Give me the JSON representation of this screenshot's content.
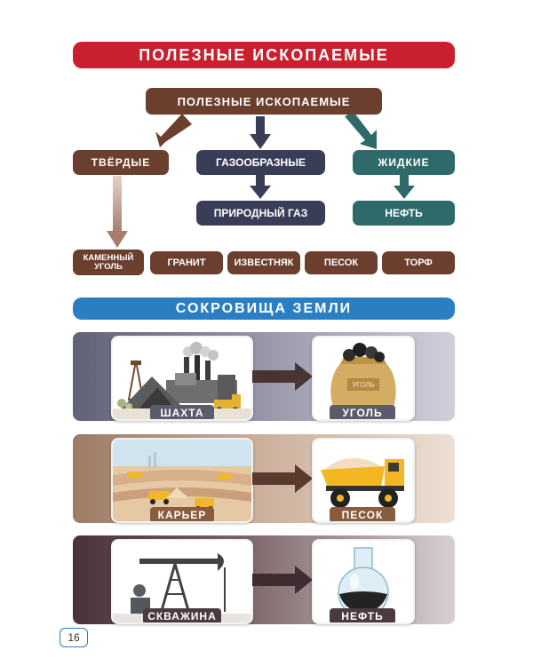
{
  "header": {
    "title": "ПОЛЕЗНЫЕ ИСКОПАЕМЫЕ"
  },
  "tree": {
    "root": "ПОЛЕЗНЫЕ ИСКОПАЕМЫЕ",
    "solid": "ТВЁРДЫЕ",
    "gaseous": "ГАЗООБРАЗНЫЕ",
    "liquid": "ЖИДКИЕ",
    "gas_child": "ПРИРОДНЫЙ ГАЗ",
    "liquid_child": "НЕФТЬ",
    "solid_children": [
      "КАМЕННЫЙ УГОЛЬ",
      "ГРАНИТ",
      "ИЗВЕСТНЯК",
      "ПЕСОК",
      "ТОРФ"
    ]
  },
  "section2": {
    "title": "СОКРОВИЩА ЗЕМЛИ"
  },
  "rows": [
    {
      "source": "ШАХТА",
      "product": "УГОЛЬ",
      "bag_label": "УГОЛЬ"
    },
    {
      "source": "КАРЬЕР",
      "product": "ПЕСОК"
    },
    {
      "source": "СКВАЖИНА",
      "product": "НЕФТЬ"
    }
  ],
  "footer": {
    "page_number": "16"
  },
  "colors": {
    "red_banner": "#c8202f",
    "blue_banner": "#2a7fc3",
    "brown": "#6b3f2e",
    "navy": "#3a3d57",
    "teal": "#2f6a6a"
  }
}
